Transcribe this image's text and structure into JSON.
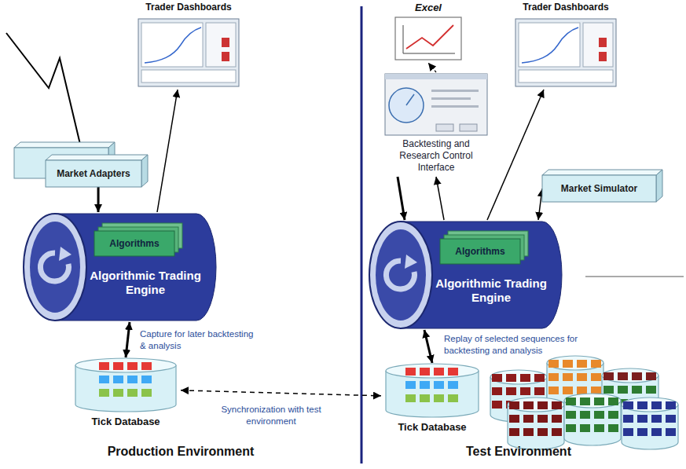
{
  "diagram": {
    "nodes": [
      {
        "text": [
          "Trader Dashboards"
        ]
      },
      {
        "text": [
          "Market Adapters"
        ]
      },
      {
        "text": [
          "Algorithmic Trading Engine"
        ]
      },
      {
        "text": [
          "Algorithms"
        ],
        "in": 2
      },
      {
        "text": [
          "Tick Database"
        ]
      },
      {
        "text": [
          "Excel"
        ]
      },
      {
        "text": [
          "Backtesting and Research Control Interface"
        ]
      },
      {
        "text": [
          "Trader Dashboards"
        ]
      },
      {
        "text": [
          "Market Simulator"
        ]
      },
      {
        "text": [
          "Algorithmic Trading Engine"
        ]
      },
      {
        "text": [
          "Algorithms"
        ],
        "in": 9
      },
      {
        "text": [
          "Tick Database"
        ]
      }
    ],
    "edges": [
      {
        "from": 1,
        "to": 2,
        "arrow": "to"
      },
      {
        "from": 2,
        "to": 0,
        "arrow": "to"
      },
      {
        "from": 2,
        "to": 4,
        "arrow": "both",
        "label": "Capture for later backtesting & analysis"
      },
      {
        "from": 4,
        "to": 11,
        "arrow": "both",
        "label": "Synchronization with test environment"
      },
      {
        "from": 6,
        "to": 5,
        "arrow": "to"
      },
      {
        "from": 6,
        "to": 9,
        "arrow": "to"
      },
      {
        "from": 9,
        "to": 6,
        "arrow": "to"
      },
      {
        "from": 9,
        "to": 7,
        "arrow": "to"
      },
      {
        "from": 8,
        "to": 9,
        "arrow": "both"
      },
      {
        "from": 9,
        "to": 11,
        "arrow": "both",
        "label": "Replay of selected sequences for backtesting and analysis"
      }
    ],
    "labels": [
      "Production Environment",
      "Test Environment"
    ]
  }
}
